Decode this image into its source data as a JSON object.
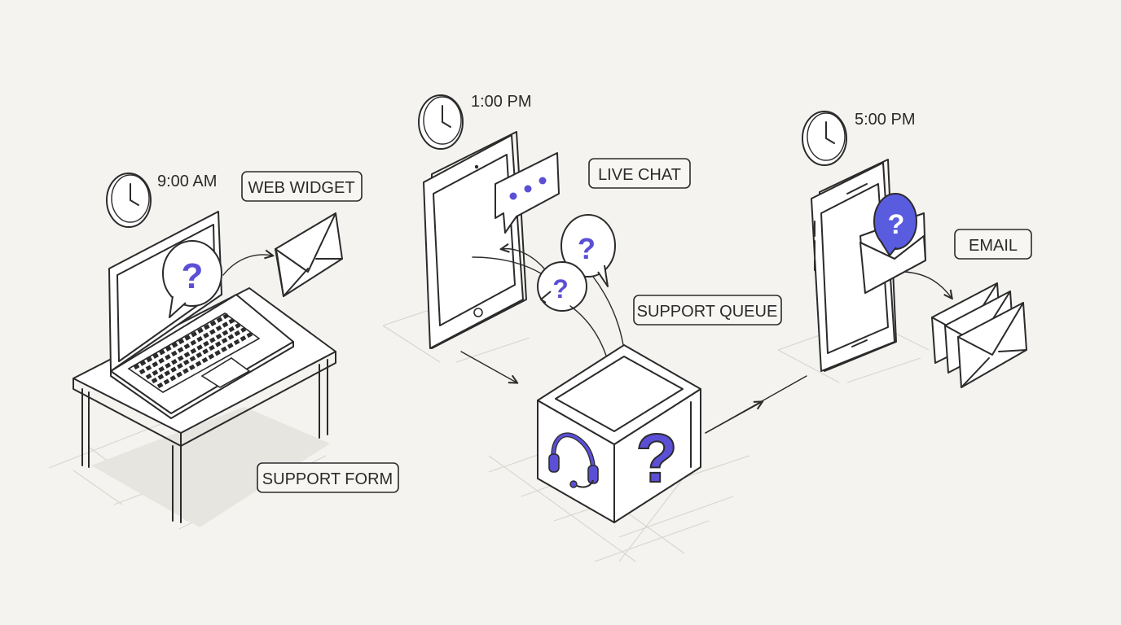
{
  "colors": {
    "background": "#f4f3ef",
    "line": "#2b2b2b",
    "accent": "#5b4fd6",
    "accent_fill": "#5a5ce0"
  },
  "icons": [
    "clock-icon",
    "envelope-icon",
    "question-bubble-icon",
    "typing-bubble-icon",
    "headset-icon",
    "question-mark-icon"
  ],
  "steps": [
    {
      "time": "9:00 AM",
      "channel": "WEB WIDGET",
      "label": "SUPPORT FORM",
      "device": "laptop"
    },
    {
      "time": "1:00 PM",
      "channel": "LIVE CHAT",
      "label": "SUPPORT QUEUE",
      "device": "tablet"
    },
    {
      "time": "5:00 PM",
      "channel": "EMAIL",
      "device": "phone"
    }
  ],
  "glyphs": {
    "question": "?"
  }
}
